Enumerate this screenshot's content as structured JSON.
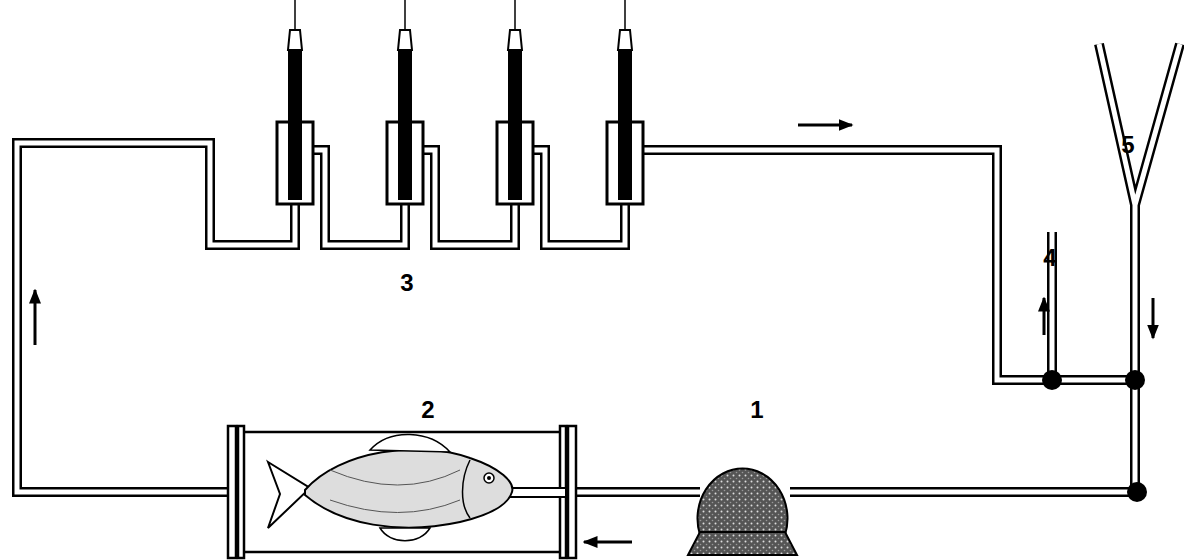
{
  "diagram": {
    "labels": [
      "1",
      "2",
      "3",
      "4",
      "5"
    ]
  }
}
